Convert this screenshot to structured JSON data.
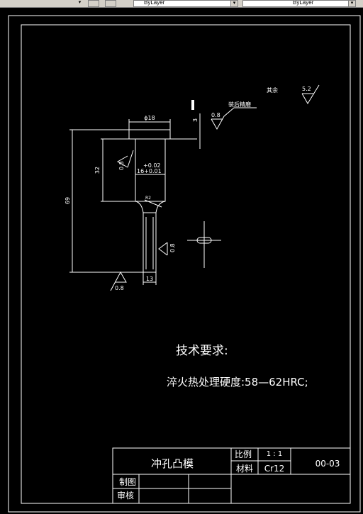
{
  "toolbar": {
    "layer_combo": "ByLayer",
    "linetype_combo": "ByLayer",
    "arrow": "▾"
  },
  "drawing": {
    "dims": {
      "phi18": "ϕ18",
      "three": "3",
      "thirtytwo": "32",
      "sixtynine": "69",
      "tol_upper": "+0.02",
      "tol_base": "16+0.01",
      "r2": "R2",
      "thirteen": "13"
    },
    "roughness": {
      "rest_label": "其余",
      "rest_value": "5.2",
      "top_value": "0.8",
      "grind_note": "装后精磨",
      "left_value": "0.8",
      "right_value": "0.8",
      "bottom_value": "0.8"
    }
  },
  "notes": {
    "heading": "技术要求:",
    "line1": "淬火热处理硬度:58—62HRC;"
  },
  "title_block": {
    "part_name": "冲孔凸模",
    "scale_label": "比例",
    "scale_value": "1 : 1",
    "material_label": "材料",
    "material_value": "Cr12",
    "drawing_number": "00-03",
    "drawn_label": "制图",
    "checked_label": "审核"
  }
}
